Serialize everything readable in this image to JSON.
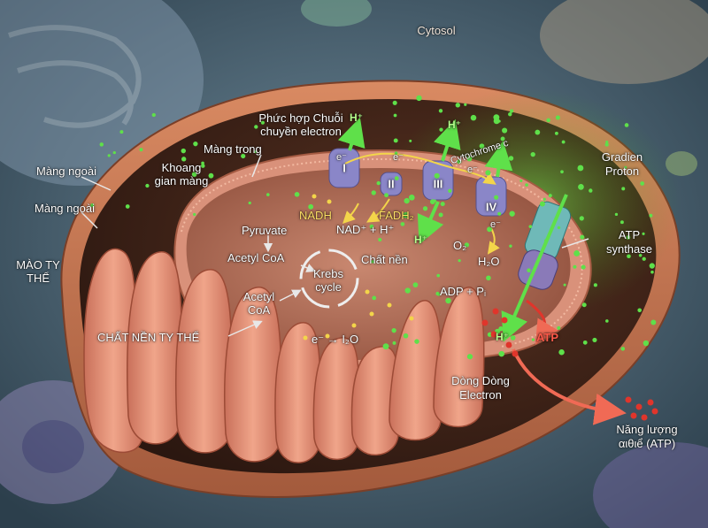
{
  "labels": {
    "cytosol": "Cytosol",
    "outer_membrane_1": "Màng ngoài",
    "outer_membrane_2": "Màng ngoài",
    "mito_title": "MÀO TY THỂ",
    "intermembrane_space": "Khoang gian màng",
    "inner_membrane": "Màng trong",
    "etc_complex": "Phức hợp Chuỗi chuyền electron",
    "proton_gradient": "Gradien Proton",
    "complex_1": "I",
    "complex_2": "II",
    "complex_3": "III",
    "complex_4": "IV",
    "cytochrome_c": "Cytochrome c",
    "nadh": "NADH",
    "fadh2": "FADH₂",
    "nad_plus": "NAD⁺ + H⁺",
    "pyruvate": "Pyruvate",
    "acetyl_coa_1": "Acetyl CoA",
    "krebs": "Krebs cycle",
    "matrix": "Chất nền",
    "acetyl_coa_2": "Acetyl CoA",
    "o2": "O₂",
    "h2o": "H₂O",
    "atp_synthase": "ATP synthase",
    "adp_pi": "ADP + Pᵢ",
    "atp": "ATP",
    "matrix_title": "CHẤT NỀN TY THỂ",
    "e_to_h2o": "e⁻ → I₂O",
    "electron": "e⁻",
    "h_plus": "H⁺",
    "electron_flow": "Dòng Dòng Electron",
    "energy": "Năng lượng\nαιθιể (ATP)"
  },
  "colors": {
    "background": "#3d5565",
    "outer_membrane": "#c77a55",
    "intermembrane": "#4a2a1f",
    "inner_membrane": "#d68a6a",
    "matrix": "#b5705a",
    "cristae": "#e0907a",
    "protein_purple": "#8a86c8",
    "atp_synthase": "#6fb9b8",
    "proton_green": "#5fe04a",
    "atp_red": "#e0352b",
    "electron_yellow": "#f3d54a"
  }
}
